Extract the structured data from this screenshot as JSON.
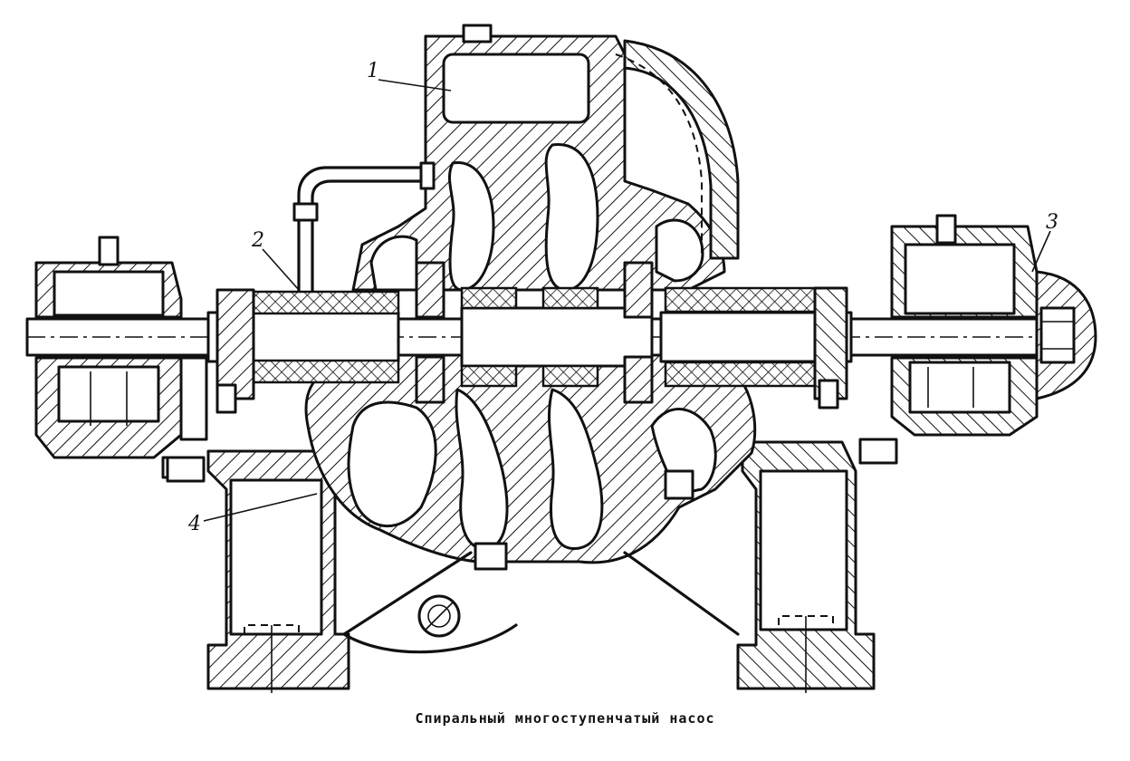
{
  "figure": {
    "caption": "Спиральный многоступенчатый насос",
    "callouts": [
      {
        "id": "1",
        "text": "1"
      },
      {
        "id": "2",
        "text": "2"
      },
      {
        "id": "3",
        "text": "3"
      },
      {
        "id": "4",
        "text": "4"
      }
    ],
    "colors": {
      "ink": "#111111",
      "paper": "#ffffff"
    }
  }
}
